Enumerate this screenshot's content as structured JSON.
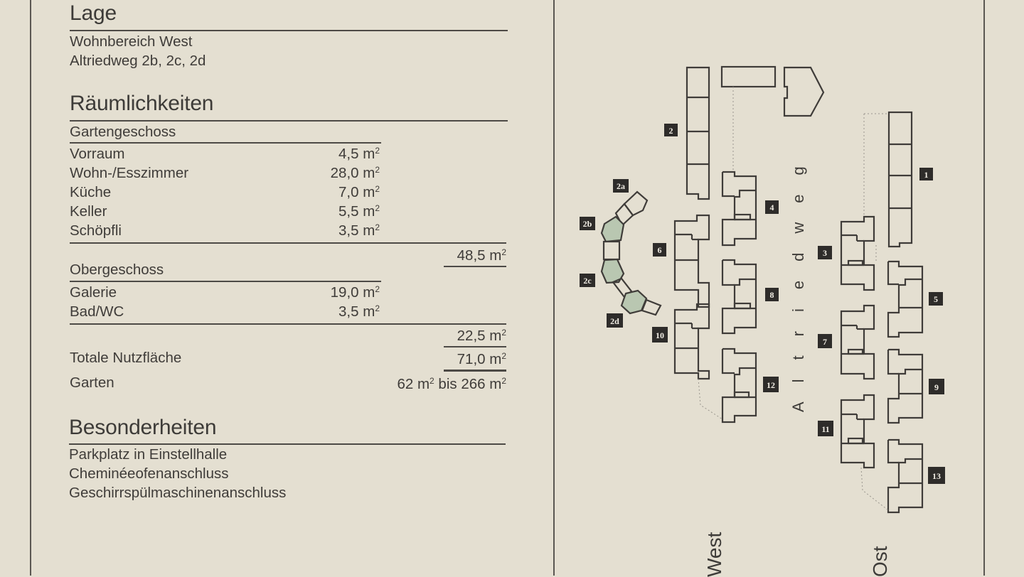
{
  "lage": {
    "heading": "Lage",
    "lines": [
      "Wohnbereich West",
      "Altriedweg 2b, 2c, 2d"
    ]
  },
  "raeumlichkeiten": {
    "heading": "Räumlichkeiten",
    "gartengeschoss": {
      "label": "Gartengeschoss",
      "rooms": [
        {
          "name": "Vorraum",
          "area": "4,5 m",
          "unit_sup": "2"
        },
        {
          "name": "Wohn-/Esszimmer",
          "area": "28,0 m",
          "unit_sup": "2"
        },
        {
          "name": "Küche",
          "area": "7,0 m",
          "unit_sup": "2"
        },
        {
          "name": "Keller",
          "area": "5,5 m",
          "unit_sup": "2"
        },
        {
          "name": "Schöpfli",
          "area": "3,5 m",
          "unit_sup": "2"
        }
      ],
      "subtotal": "48,5 m"
    },
    "obergeschoss": {
      "label": "Obergeschoss",
      "rooms": [
        {
          "name": "Galerie",
          "area": "19,0 m",
          "unit_sup": "2"
        },
        {
          "name": "Bad/WC",
          "area": "3,5 m",
          "unit_sup": "2"
        }
      ],
      "subtotal": "22,5 m"
    },
    "total": {
      "label": "Totale Nutzfläche",
      "value": "71,0 m"
    },
    "garten": {
      "label": "Garten",
      "value_a": "62 m",
      "mid": " bis 266 m"
    }
  },
  "besonderheiten": {
    "heading": "Besonderheiten",
    "items": [
      "Parkplatz in Einstellhalle",
      "Cheminéeofenanschluss",
      "Geschirrspülmaschinenanschluss"
    ]
  },
  "site_plan": {
    "road_label": "Altriedweg",
    "area_labels": {
      "west": "West",
      "ost": "Ost"
    },
    "unit_labels": [
      "1",
      "2",
      "2a",
      "2b",
      "2c",
      "2d",
      "3",
      "4",
      "5",
      "6",
      "7",
      "8",
      "9",
      "10",
      "11",
      "12",
      "13"
    ],
    "highlight_color": "#b9c7b1",
    "label_bg": "#2e2c2a"
  },
  "colors": {
    "paper": "#e4dfd1",
    "ink": "#3f3c39"
  }
}
